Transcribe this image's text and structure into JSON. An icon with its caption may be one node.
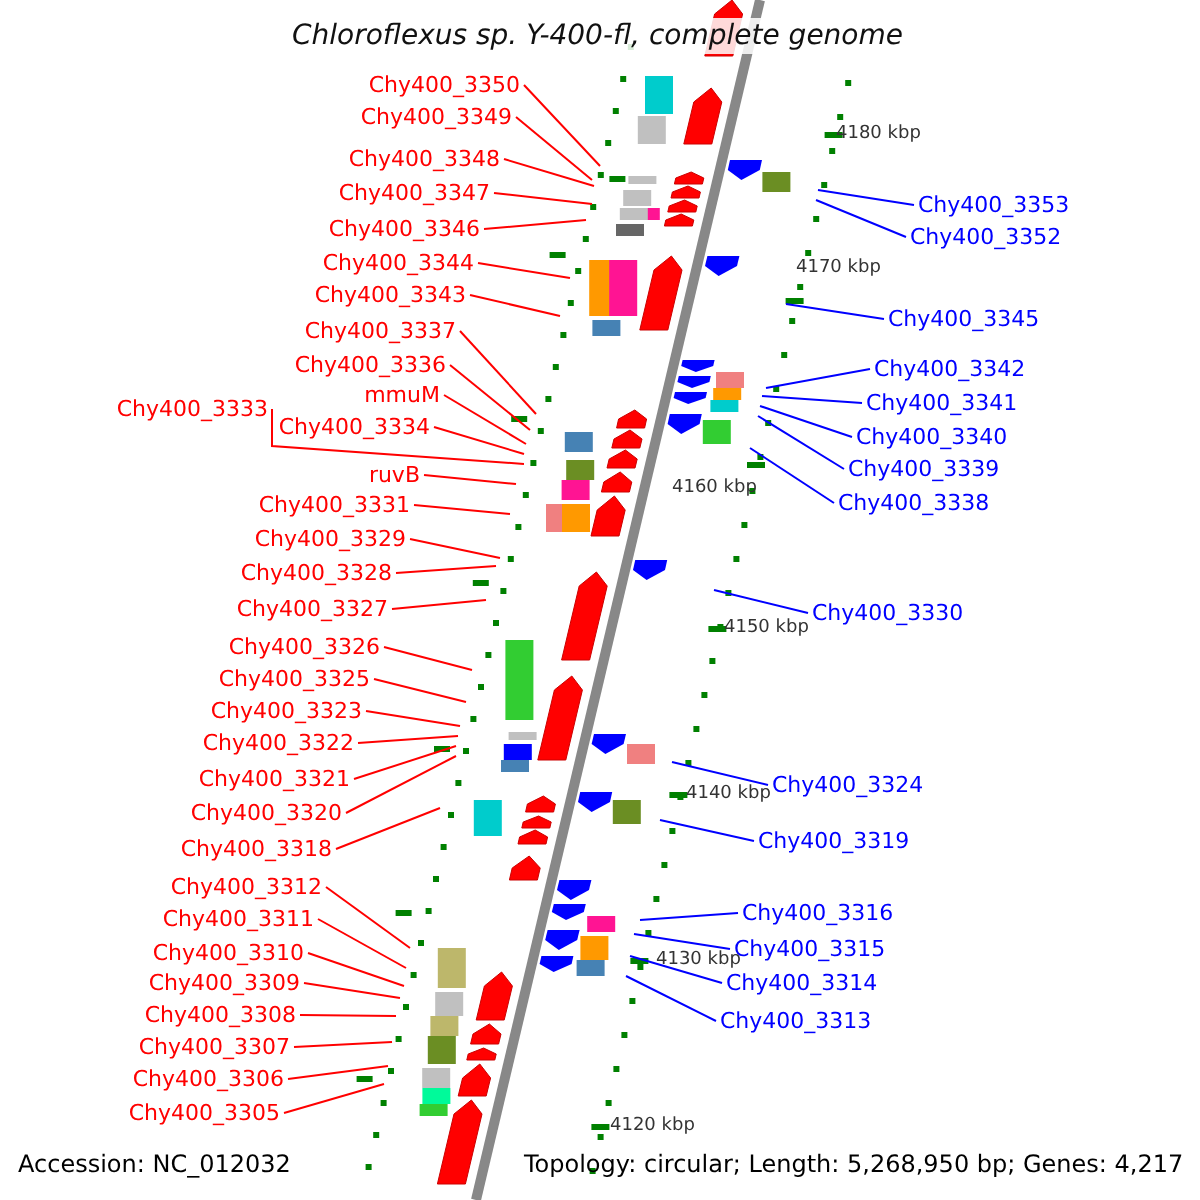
{
  "diagram": {
    "title": "Chloroflexus sp. Y-400-fl, complete genome",
    "nodes": [
      {
        "text": [
          "Chy400_3350"
        ]
      },
      {
        "text": [
          "Chy400_3349"
        ]
      },
      {
        "text": [
          "Chy400_3348"
        ]
      },
      {
        "text": [
          "Chy400_3347"
        ]
      },
      {
        "text": [
          "Chy400_3346"
        ]
      },
      {
        "text": [
          "Chy400_3344"
        ]
      },
      {
        "text": [
          "Chy400_3343"
        ]
      },
      {
        "text": [
          "Chy400_3337"
        ]
      },
      {
        "text": [
          "Chy400_3336"
        ]
      },
      {
        "text": [
          "mmuM"
        ]
      },
      {
        "text": [
          "Chy400_3333"
        ]
      },
      {
        "text": [
          "Chy400_3334"
        ]
      },
      {
        "text": [
          "ruvB"
        ]
      },
      {
        "text": [
          "Chy400_3331"
        ]
      },
      {
        "text": [
          "Chy400_3329"
        ]
      },
      {
        "text": [
          "Chy400_3328"
        ]
      },
      {
        "text": [
          "Chy400_3327"
        ]
      },
      {
        "text": [
          "Chy400_3326"
        ]
      },
      {
        "text": [
          "Chy400_3325"
        ]
      },
      {
        "text": [
          "Chy400_3323"
        ]
      },
      {
        "text": [
          "Chy400_3322"
        ]
      },
      {
        "text": [
          "Chy400_3321"
        ]
      },
      {
        "text": [
          "Chy400_3320"
        ]
      },
      {
        "text": [
          "Chy400_3318"
        ]
      },
      {
        "text": [
          "Chy400_3312"
        ]
      },
      {
        "text": [
          "Chy400_3311"
        ]
      },
      {
        "text": [
          "Chy400_3310"
        ]
      },
      {
        "text": [
          "Chy400_3309"
        ]
      },
      {
        "text": [
          "Chy400_3308"
        ]
      },
      {
        "text": [
          "Chy400_3307"
        ]
      },
      {
        "text": [
          "Chy400_3306"
        ]
      },
      {
        "text": [
          "Chy400_3305"
        ]
      },
      {
        "text": [
          "Chy400_3353"
        ]
      },
      {
        "text": [
          "Chy400_3352"
        ]
      },
      {
        "text": [
          "Chy400_3345"
        ]
      },
      {
        "text": [
          "Chy400_3342"
        ]
      },
      {
        "text": [
          "Chy400_3341"
        ]
      },
      {
        "text": [
          "Chy400_3340"
        ]
      },
      {
        "text": [
          "Chy400_3339"
        ]
      },
      {
        "text": [
          "Chy400_3338"
        ]
      },
      {
        "text": [
          "Chy400_3330"
        ]
      },
      {
        "text": [
          "Chy400_3324"
        ]
      },
      {
        "text": [
          "Chy400_3319"
        ]
      },
      {
        "text": [
          "Chy400_3316"
        ]
      },
      {
        "text": [
          "Chy400_3315"
        ]
      },
      {
        "text": [
          "Chy400_3314"
        ]
      },
      {
        "text": [
          "Chy400_3313"
        ]
      }
    ],
    "edges": [
      {
        "from": 0,
        "to": null,
        "arrow": "none"
      },
      {
        "from": 1,
        "to": null,
        "arrow": "none"
      },
      {
        "from": 2,
        "to": null,
        "arrow": "none"
      },
      {
        "from": 3,
        "to": null,
        "arrow": "none"
      },
      {
        "from": 4,
        "to": null,
        "arrow": "none"
      },
      {
        "from": 5,
        "to": null,
        "arrow": "none"
      },
      {
        "from": 6,
        "to": null,
        "arrow": "none"
      },
      {
        "from": 7,
        "to": null,
        "arrow": "none"
      },
      {
        "from": 8,
        "to": null,
        "arrow": "none"
      },
      {
        "from": 9,
        "to": null,
        "arrow": "none"
      },
      {
        "from": 10,
        "to": null,
        "arrow": "none"
      },
      {
        "from": 11,
        "to": null,
        "arrow": "none"
      },
      {
        "from": 12,
        "to": null,
        "arrow": "none"
      },
      {
        "from": 13,
        "to": null,
        "arrow": "none"
      },
      {
        "from": 14,
        "to": null,
        "arrow": "none"
      },
      {
        "from": 15,
        "to": null,
        "arrow": "none"
      },
      {
        "from": 16,
        "to": null,
        "arrow": "none"
      },
      {
        "from": 17,
        "to": null,
        "arrow": "none"
      },
      {
        "from": 18,
        "to": null,
        "arrow": "none"
      },
      {
        "from": 19,
        "to": null,
        "arrow": "none"
      },
      {
        "from": 20,
        "to": null,
        "arrow": "none"
      },
      {
        "from": 21,
        "to": null,
        "arrow": "none"
      },
      {
        "from": 22,
        "to": null,
        "arrow": "none"
      },
      {
        "from": 23,
        "to": null,
        "arrow": "none"
      },
      {
        "from": 24,
        "to": null,
        "arrow": "none"
      },
      {
        "from": 25,
        "to": null,
        "arrow": "none"
      },
      {
        "from": 26,
        "to": null,
        "arrow": "none"
      },
      {
        "from": 27,
        "to": null,
        "arrow": "none"
      },
      {
        "from": 28,
        "to": null,
        "arrow": "none"
      },
      {
        "from": 29,
        "to": null,
        "arrow": "none"
      },
      {
        "from": 30,
        "to": null,
        "arrow": "none"
      },
      {
        "from": 31,
        "to": null,
        "arrow": "none"
      },
      {
        "from": 32,
        "to": null,
        "arrow": "none",
        "color": "#0000ff"
      },
      {
        "from": 33,
        "to": null,
        "arrow": "none",
        "color": "#0000ff"
      },
      {
        "from": 34,
        "to": null,
        "arrow": "none",
        "color": "#0000ff"
      },
      {
        "from": 35,
        "to": null,
        "arrow": "none",
        "color": "#0000ff"
      },
      {
        "from": 36,
        "to": null,
        "arrow": "none",
        "color": "#0000ff"
      },
      {
        "from": 37,
        "to": null,
        "arrow": "none",
        "color": "#0000ff"
      },
      {
        "from": 38,
        "to": null,
        "arrow": "none",
        "color": "#0000ff"
      },
      {
        "from": 39,
        "to": null,
        "arrow": "none",
        "color": "#0000ff"
      },
      {
        "from": 40,
        "to": null,
        "arrow": "none",
        "color": "#0000ff"
      },
      {
        "from": 41,
        "to": null,
        "arrow": "none",
        "color": "#0000ff"
      },
      {
        "from": 42,
        "to": null,
        "arrow": "none",
        "color": "#0000ff"
      },
      {
        "from": 43,
        "to": null,
        "arrow": "none",
        "color": "#0000ff"
      },
      {
        "from": 44,
        "to": null,
        "arrow": "none",
        "color": "#0000ff"
      },
      {
        "from": 45,
        "to": null,
        "arrow": "none",
        "color": "#0000ff"
      },
      {
        "from": 46,
        "to": null,
        "arrow": "none",
        "color": "#0000ff"
      }
    ],
    "labels": [
      "4180 kbp",
      "4170 kbp",
      "4160 kbp",
      "4150 kbp",
      "4140 kbp",
      "4130 kbp",
      "4120 kbp",
      "Accession: NC_012032",
      "Topology: circular; Length: 5,268,950 bp; Genes: 4,217"
    ]
  }
}
